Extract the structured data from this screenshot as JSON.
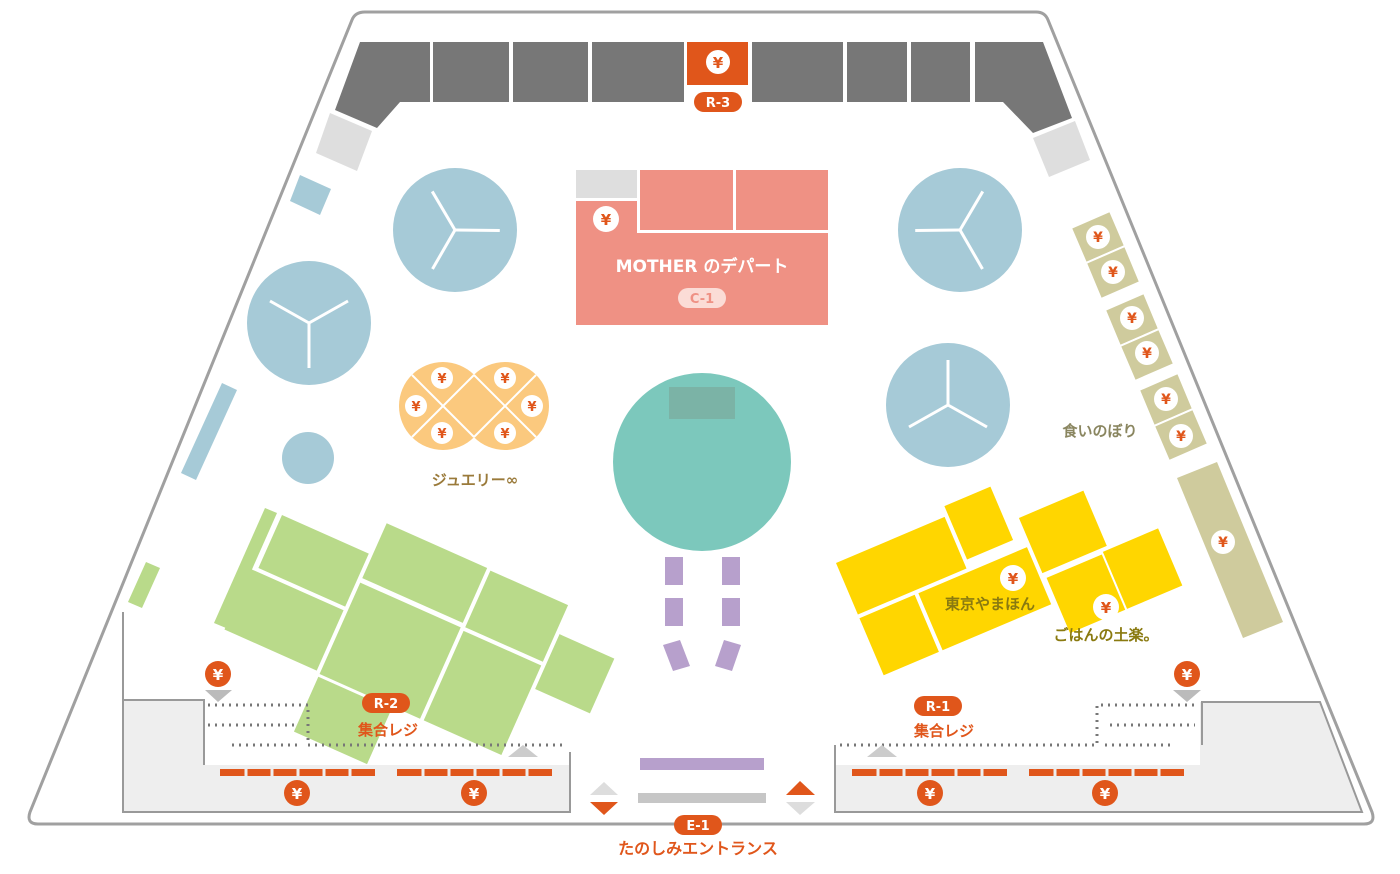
{
  "yen_symbol": "¥",
  "colors": {
    "accent": "#e0561b",
    "wall": "#999999",
    "dark_shelf": "#777777",
    "light_gray": "#dedede",
    "blue": "#a6cad7",
    "teal": "#7cc8bc",
    "pink": "#ef9184",
    "orange_light": "#fbc97e",
    "green": "#b9da8a",
    "yellow": "#ffd600",
    "khaki": "#cfcb9d",
    "purple": "#b7a0cc"
  },
  "zones": {
    "r3": {
      "code": "R-3"
    },
    "c1": {
      "code": "C-1",
      "name": "MOTHER のデパート"
    },
    "jewelry": {
      "name": "ジュエリー∞"
    },
    "kuinobori": {
      "name": "食いのぼり"
    },
    "yamahon": {
      "name": "東京やまほん"
    },
    "dogaku": {
      "name": "ごはんの土楽。"
    },
    "r2": {
      "code": "R-2",
      "name": "集合レジ"
    },
    "r1": {
      "code": "R-1",
      "name": "集合レジ"
    },
    "e1": {
      "code": "E-1",
      "name": "たのしみエントランス"
    }
  }
}
